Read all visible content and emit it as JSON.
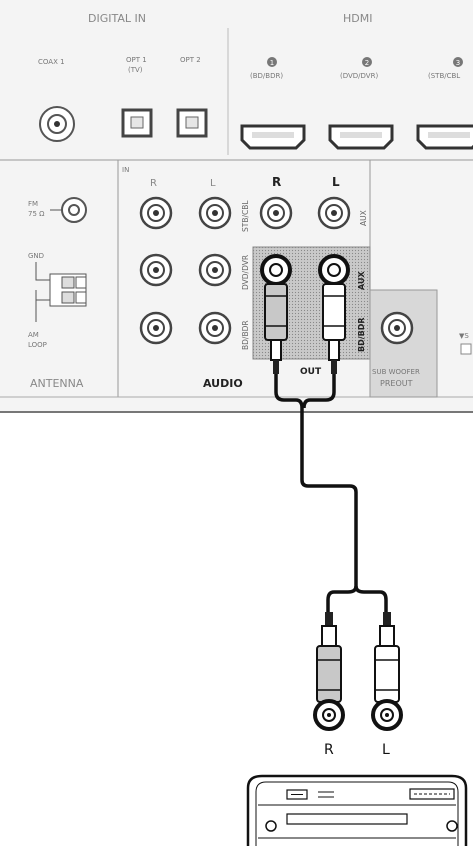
{
  "panel": {
    "digital_in": "DIGITAL IN",
    "hdmi": "HDMI",
    "coax1": "COAX 1",
    "opt1": "OPT 1",
    "opt1_sub": "(TV)",
    "opt2": "OPT 2",
    "hdmi_ports": [
      {
        "num": "1",
        "label": "(BD/BDR)"
      },
      {
        "num": "2",
        "label": "(DVD/DVR)"
      },
      {
        "num": "3",
        "label": "(STB/CBL"
      }
    ],
    "in_label": "IN",
    "col_r": "R",
    "col_l": "L",
    "col_r_bold": "R",
    "col_l_bold": "L",
    "fm": "FM",
    "fm_ohm": "75 Ω",
    "gnd": "GND",
    "am": "AM",
    "loop": "LOOP",
    "antenna": "ANTENNA",
    "audio": "AUDIO",
    "stb_cbl": "STB/CBL",
    "dvd_dvr": "DVD/DVR",
    "bd_bdr": "BD/BDR",
    "aux_top": "AUX",
    "aux_mid": "AUX",
    "bd_bdr_right": "BD/BDR",
    "out": "OUT",
    "sub_woofer": "SUB WOOFER",
    "preout": "PREOUT",
    "edge_mark": "▼S"
  },
  "device": {
    "plug_r": "R",
    "plug_l": "L"
  }
}
